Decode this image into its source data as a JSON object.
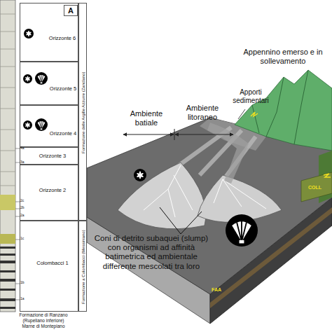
{
  "diagram": {
    "nodes": [
      {
        "text": [
          "Orizzonte 6"
        ]
      },
      {
        "text": [
          "A"
        ],
        "in": 0
      },
      {
        "text": [
          "Orizzonte 5"
        ]
      },
      {
        "text": [
          "Orizzonte 4"
        ]
      },
      {
        "text": [
          "Orizzonte 3"
        ]
      },
      {
        "text": [
          "Orizzonte 2"
        ]
      },
      {
        "text": [
          "Colombacci 1"
        ]
      },
      {
        "text": [
          "Formazione delle Argille Azzurre (Zanclano)"
        ]
      },
      {
        "text": [
          "Formazione a Colombacci (Messiniano)"
        ]
      }
    ],
    "labels": [
      "4a",
      "3a",
      "2c",
      "2b",
      "2a",
      "1c",
      "1b",
      "1a",
      "Formazione di Ranzano",
      "(Rupeliano inferiore)",
      "Marne di Montepiano",
      "Ambiente batiale",
      "Ambiente litoraneo",
      "Apporti sedimentari",
      "Appennino emerso e in sollevamento",
      "COLL",
      "FAA",
      "Coni di detrito subaquei (slump) con organismi ad affinità batimetrica ed ambientale differente mescolati tra loro"
    ]
  }
}
